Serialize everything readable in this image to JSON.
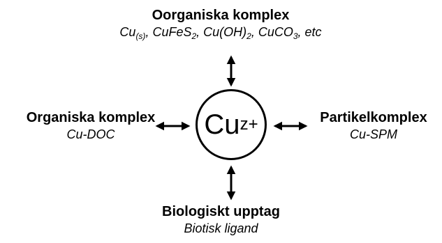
{
  "center": {
    "base": "Cu",
    "charge": "z+"
  },
  "top": {
    "title": "Oorganiska komplex",
    "parts": [
      {
        "text": "Cu"
      },
      {
        "sub": "(s)"
      },
      {
        "text": ", CuFeS"
      },
      {
        "sub": "2"
      },
      {
        "text": ", Cu(OH)"
      },
      {
        "sub": "2"
      },
      {
        "text": ", CuCO"
      },
      {
        "sub": "3"
      },
      {
        "text": ", etc"
      }
    ]
  },
  "left": {
    "title": "Organiska komplex",
    "subtitle": "Cu-DOC"
  },
  "right": {
    "title": "Partikelkomplex",
    "subtitle": "Cu-SPM"
  },
  "bottom": {
    "title": "Biologiskt upptag",
    "subtitle": "Biotisk ligand"
  }
}
